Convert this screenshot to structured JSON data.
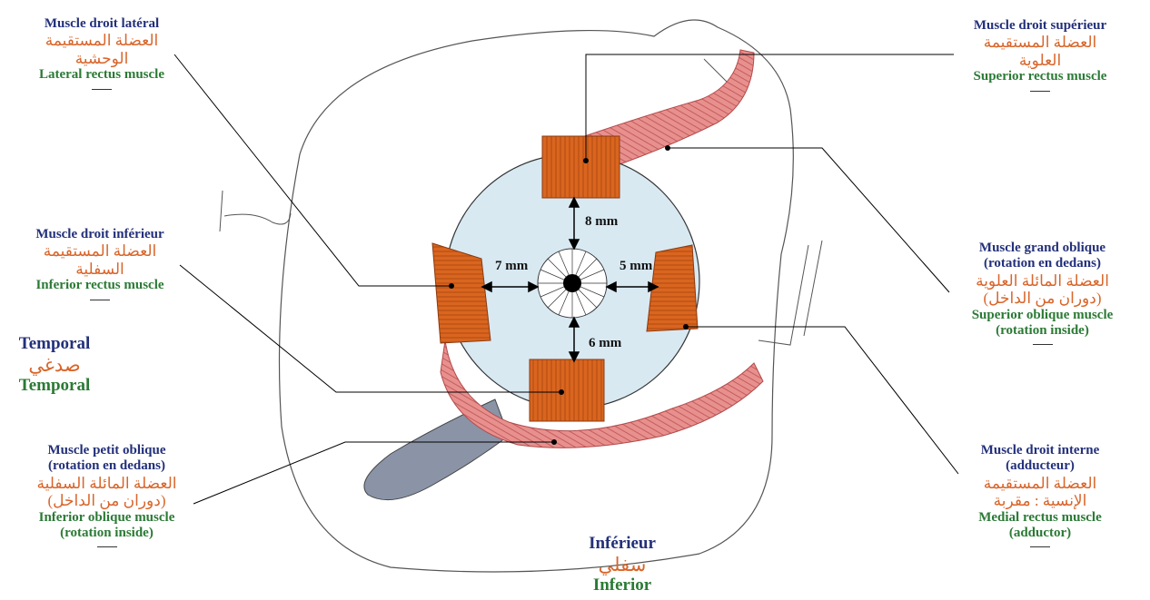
{
  "colors": {
    "french": "#23307a",
    "arabic": "#d9652a",
    "english": "#2b7a35",
    "muscle_orange": "#d9651f",
    "muscle_pink": "#e8908e",
    "globe": "#d8e9f2",
    "tendon_grey": "#8a94a6"
  },
  "labels": {
    "lateral_rectus": {
      "fr": "Muscle droit latéral",
      "ar1": "العضلة المستقيمة",
      "ar2": "الوحشية",
      "en": "Lateral rectus muscle"
    },
    "superior_rectus": {
      "fr": "Muscle droit supérieur",
      "ar1": "العضلة المستقيمة",
      "ar2": "العلوية",
      "en": "Superior rectus muscle"
    },
    "inferior_rectus": {
      "fr": "Muscle droit inférieur",
      "ar1": "العضلة المستقيمة",
      "ar2": "السفلية",
      "en": "Inferior rectus muscle"
    },
    "superior_oblique": {
      "fr1": "Muscle grand oblique",
      "fr2": "(rotation en dedans)",
      "ar1": "العضلة المائلة العلوية",
      "ar2": "(دوران من الداخل)",
      "en1": "Superior oblique muscle",
      "en2": "(rotation inside)"
    },
    "temporal": {
      "fr": "Temporal",
      "ar": "صدغي",
      "en": "Temporal"
    },
    "inferior_oblique": {
      "fr1": "Muscle petit oblique",
      "fr2": "(rotation en dedans)",
      "ar1": "العضلة المائلة السفلية",
      "ar2": "(دوران من الداخل)",
      "en1": "Inferior oblique muscle",
      "en2": "(rotation inside)"
    },
    "medial_rectus": {
      "fr1": "Muscle droit interne",
      "fr2": "(adducteur)",
      "ar1": "العضلة المستقيمة",
      "ar2": "الإنسية : مقربة",
      "en1": "Medial rectus muscle",
      "en2": "(adductor)"
    },
    "inferior": {
      "fr": "Inférieur",
      "ar": "سفلي",
      "en": "Inferior"
    }
  },
  "measurements": {
    "superior": "8 mm",
    "lateral": "7 mm",
    "medial": "5 mm",
    "inferior": "6 mm"
  }
}
